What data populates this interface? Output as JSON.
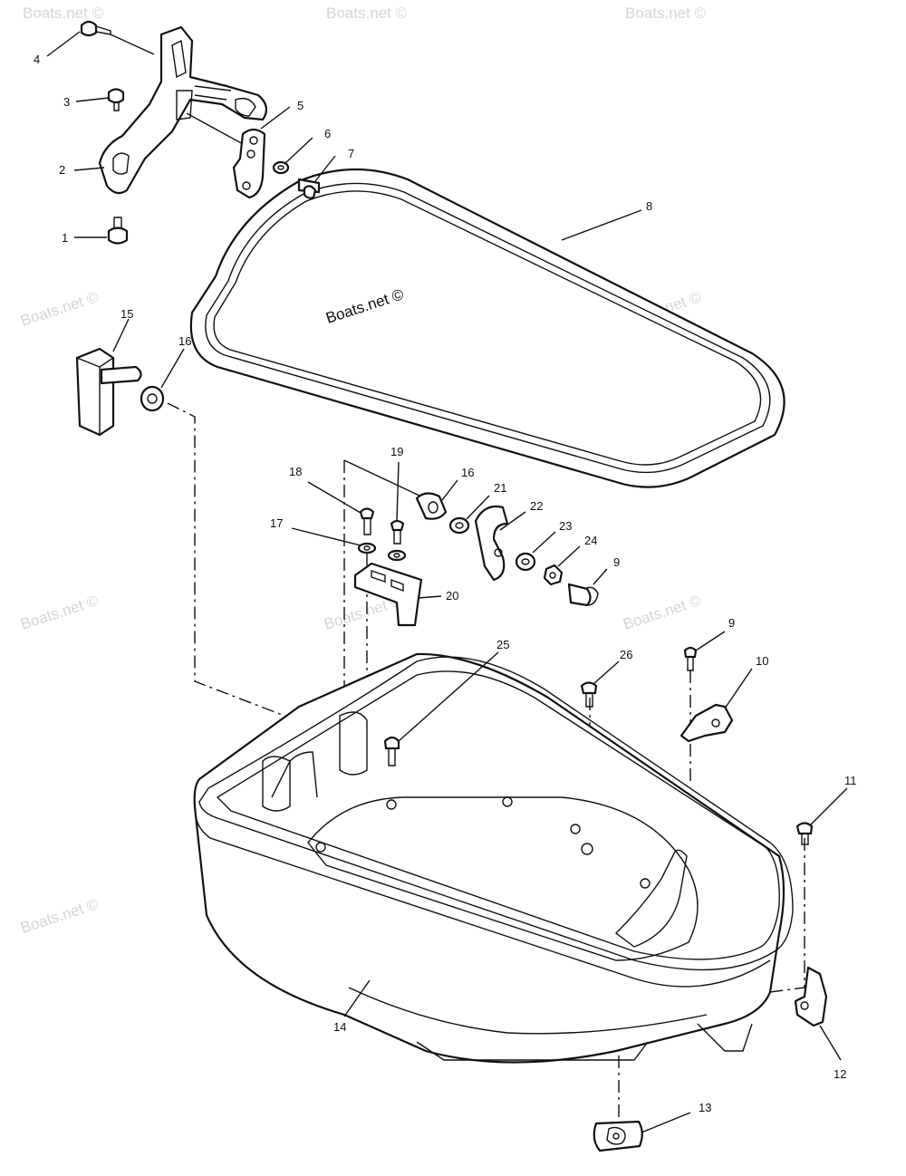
{
  "watermark_text": "Boats.net ©",
  "center_label": "Boats.net ©",
  "callouts": [
    "1",
    "2",
    "3",
    "4",
    "5",
    "6",
    "7",
    "8",
    "9",
    "9",
    "10",
    "11",
    "12",
    "13",
    "14",
    "15",
    "16",
    "16",
    "17",
    "18",
    "19",
    "20",
    "21",
    "22",
    "23",
    "24",
    "25",
    "26"
  ]
}
